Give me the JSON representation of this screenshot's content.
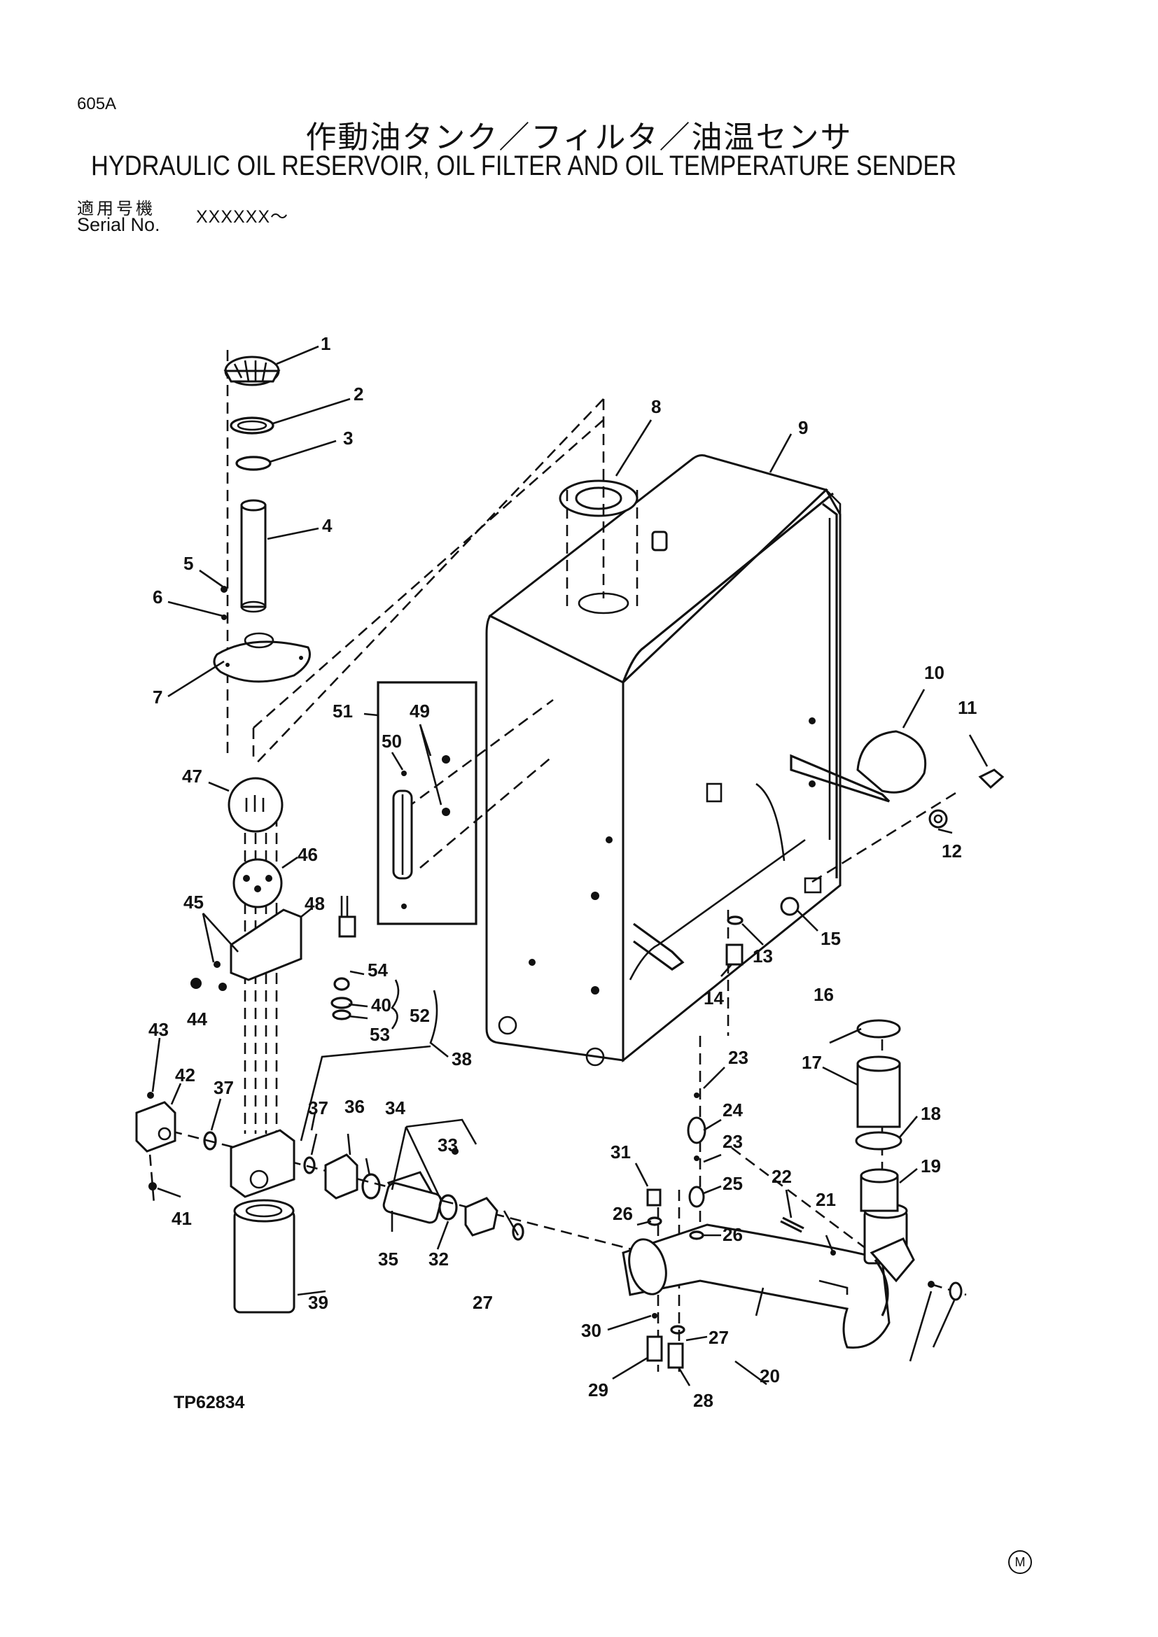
{
  "header": {
    "page_code": "605A",
    "title_jp": "作動油タンク／フィルタ／油温センサ",
    "title_en": "HYDRAULIC OIL RESERVOIR, OIL FILTER AND OIL TEMPERATURE SENDER",
    "serial_label_jp": "適用号機",
    "serial_label_en": "Serial No.",
    "serial_value": "XXXXXX～"
  },
  "figure_code": "TP62834",
  "footer_mark": "M",
  "callouts": [
    "1",
    "2",
    "3",
    "4",
    "5",
    "6",
    "7",
    "8",
    "9",
    "10",
    "11",
    "12",
    "13",
    "14",
    "15",
    "16",
    "17",
    "18",
    "19",
    "20",
    "21",
    "22",
    "23",
    "24",
    "25",
    "26",
    "27",
    "28",
    "29",
    "30",
    "31",
    "32",
    "33",
    "34",
    "35",
    "36",
    "37",
    "38",
    "39",
    "40",
    "41",
    "42",
    "43",
    "44",
    "45",
    "46",
    "47",
    "48",
    "49",
    "50",
    "51",
    "52",
    "53",
    "54"
  ]
}
